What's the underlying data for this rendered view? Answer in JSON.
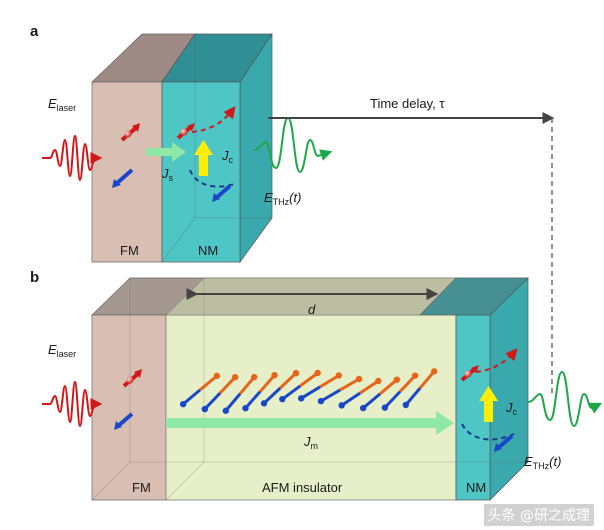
{
  "panel_a": {
    "letter": "a",
    "laser_label_main": "E",
    "laser_label_sub": "laser",
    "fm_label": "FM",
    "nm_label": "NM",
    "js_main": "J",
    "js_sub": "s",
    "jc_main": "J",
    "jc_sub": "c",
    "thz_main": "E",
    "thz_sub": "THz",
    "thz_arg": "(t)",
    "time_delay": "Time delay, τ"
  },
  "panel_b": {
    "letter": "b",
    "laser_label_main": "E",
    "laser_label_sub": "laser",
    "fm_label": "FM",
    "afm_label": "AFM insulator",
    "nm_label": "NM",
    "d_label": "d",
    "jm_main": "J",
    "jm_sub": "m",
    "jc_main": "J",
    "jc_sub": "c",
    "thz_main": "E",
    "thz_sub": "THz",
    "thz_arg": "(t)"
  },
  "watermark": "头条 @研之成理",
  "colors": {
    "fm_face": "#d9bfb3",
    "nm_face": "#4fc6c6",
    "afm_face": "#e6efc7",
    "laser": "#d01818",
    "thz": "#1fa84a",
    "spin_up": "#e8641a",
    "spin_down": "#1a47c8",
    "jm_arrow": "#8fe8a6",
    "jc_arrow": "#ffee00"
  }
}
